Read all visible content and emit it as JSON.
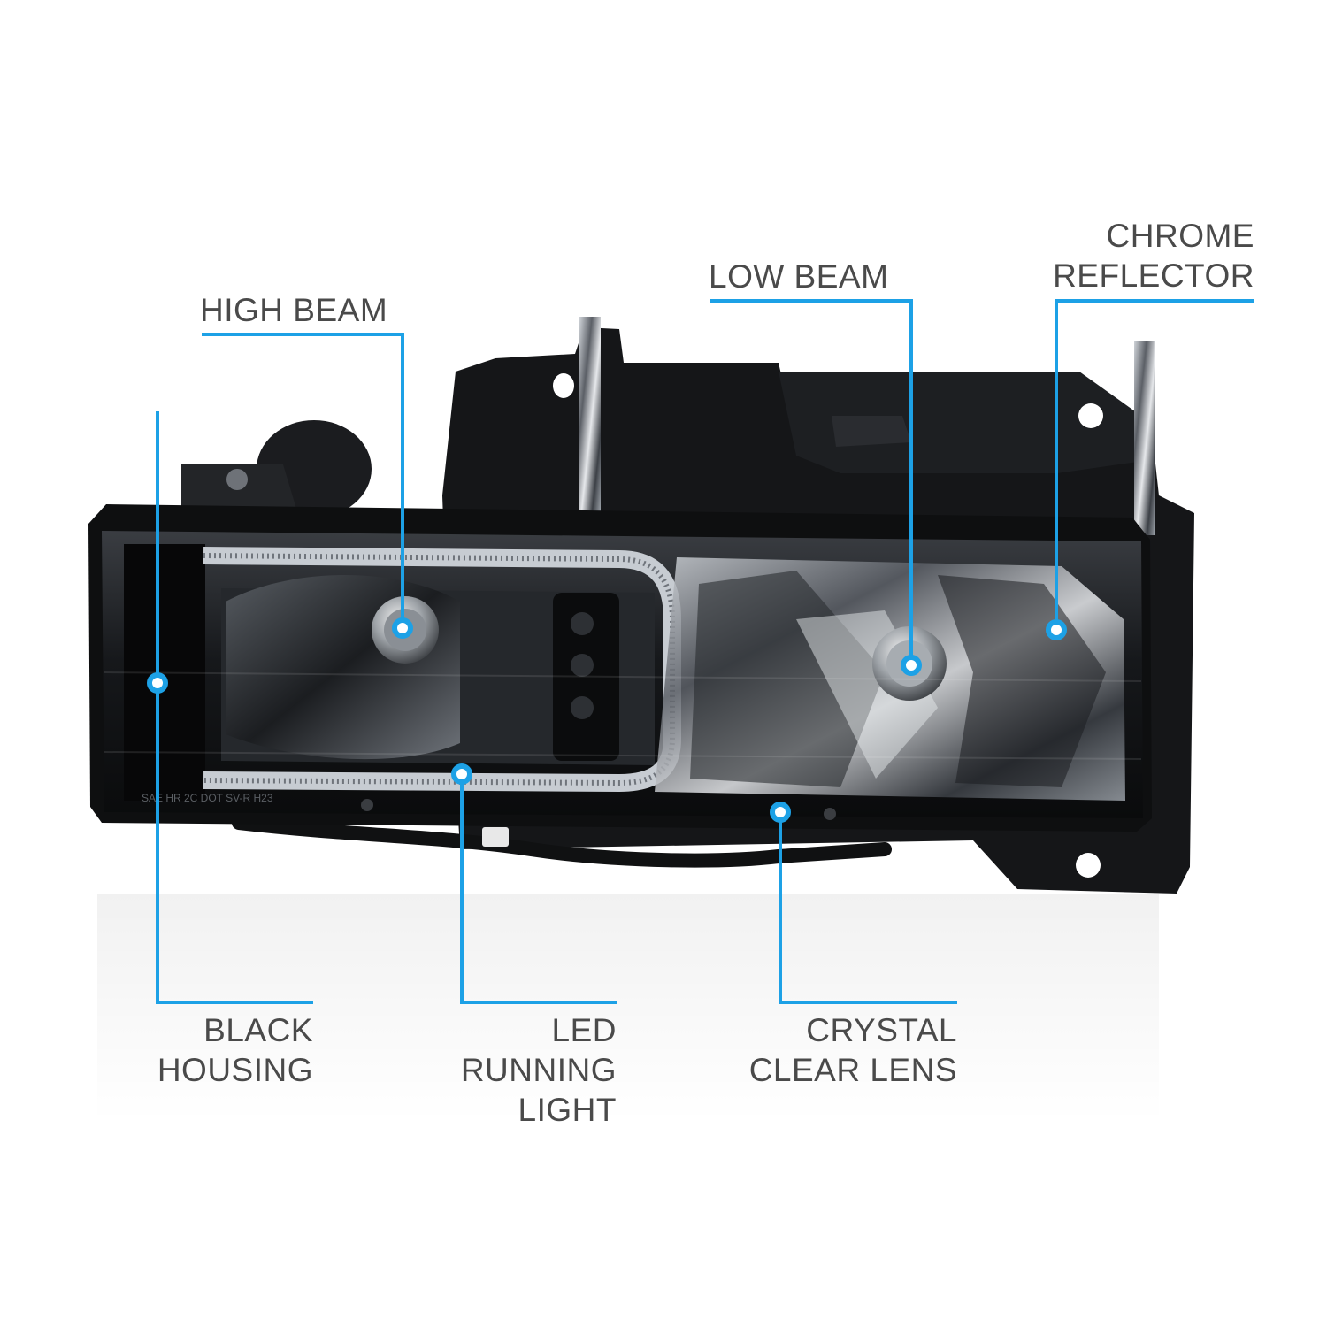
{
  "accent_color": "#1da1e6",
  "product": {
    "description_hidden": false,
    "reflection_visible": true
  },
  "callouts": {
    "high_beam": {
      "lines": [
        "HIGH BEAM"
      ]
    },
    "low_beam": {
      "lines": [
        "LOW BEAM"
      ]
    },
    "chrome_reflector": {
      "lines": [
        "CHROME",
        "REFLECTOR"
      ]
    },
    "black_housing": {
      "lines": [
        "BLACK",
        "HOUSING"
      ]
    },
    "led_running_light": {
      "lines": [
        "LED",
        "RUNNING",
        "LIGHT"
      ]
    },
    "crystal_clear_lens": {
      "lines": [
        "CRYSTAL",
        "CLEAR LENS"
      ]
    }
  }
}
